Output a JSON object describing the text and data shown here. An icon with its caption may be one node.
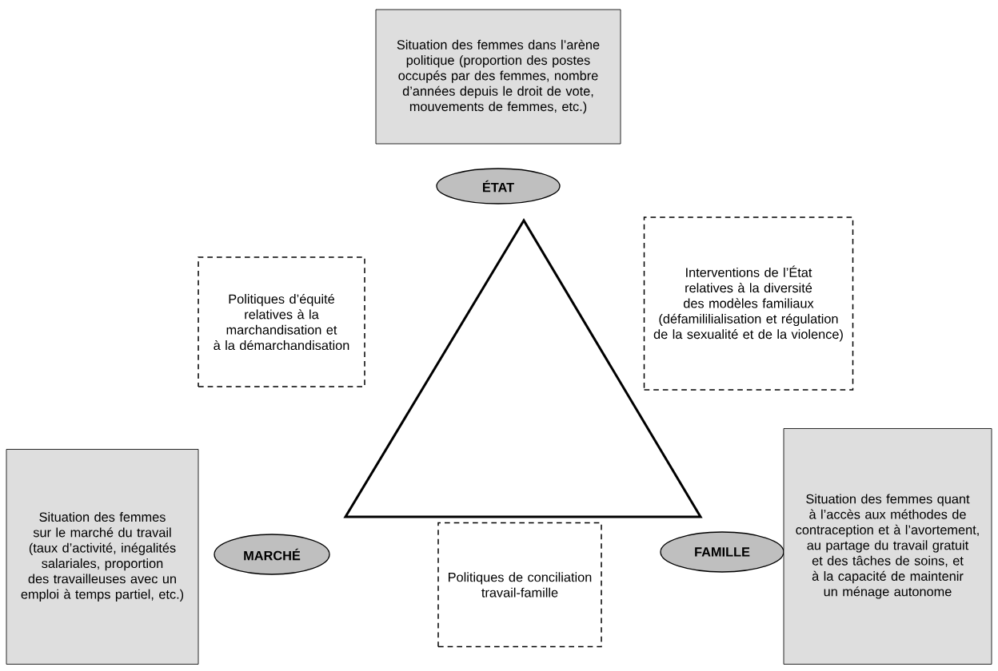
{
  "diagram": {
    "nodes": [
      {
        "text": [
          "Situation des femmes dans l’arène politique (proportion des postes occupés par des femmes, nombre d’années depuis le droit de vote, mouvements de femmes, etc.)"
        ]
      },
      {
        "text": [
          "ÉTAT"
        ]
      },
      {
        "text": [
          "Interventions de l’État relatives à la diversité des modèles familiaux (défamililialisation et régulation de la sexualité et de la violence)"
        ]
      },
      {
        "text": [
          "Politiques d’équité relatives à la marchandisation et à la démarchandisation"
        ]
      },
      {
        "text": [
          "Situation des femmes sur le marché du travail (taux d’activité, inégalités salariales, proportion des travailleuses avec un emploi à temps partiel, etc.)"
        ]
      },
      {
        "text": [
          "MARCHÉ"
        ]
      },
      {
        "text": [
          "Politiques de conciliation travail-famille"
        ]
      },
      {
        "text": [
          "FAMILLE"
        ]
      },
      {
        "text": [
          "Situation des femmes quant à l’accès aux méthodes de contraception et à l’avortement, au partage du travail gratuit et des tâches de soins, et à la capacité de maintenir un ménage autonome"
        ]
      }
    ]
  }
}
